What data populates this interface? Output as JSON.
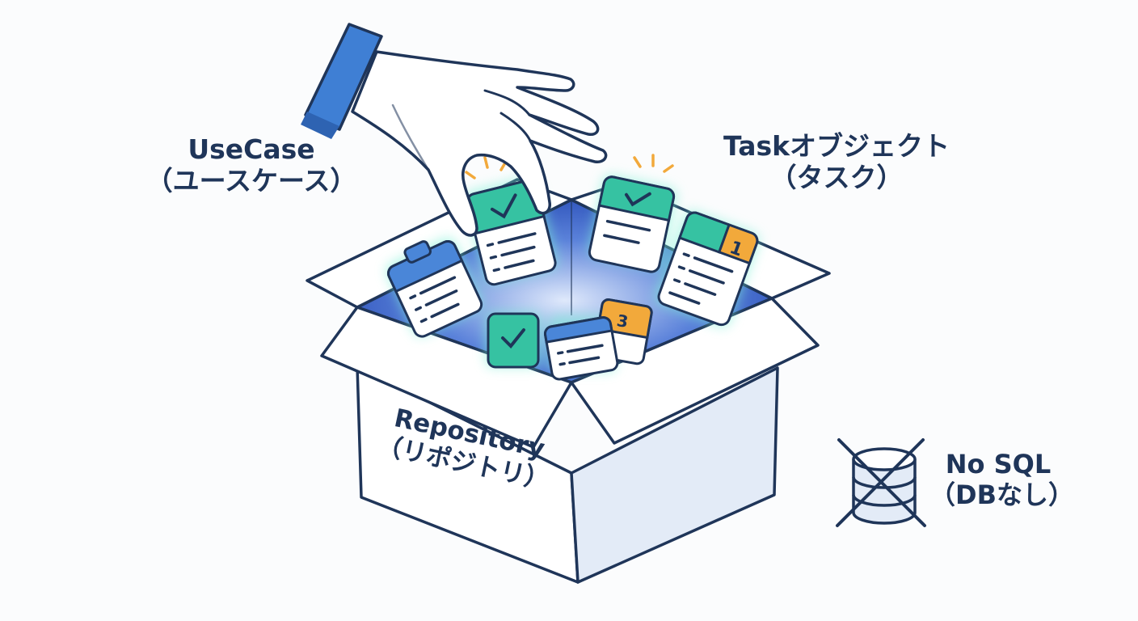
{
  "labels": {
    "usecase": {
      "title": "UseCase",
      "subtitle": "（ユースケース）"
    },
    "task": {
      "title": "Taskオブジェクト",
      "subtitle": "（タスク）"
    },
    "repository": {
      "title": "Repository",
      "subtitle": "（リポジトリ）"
    },
    "nosql": {
      "title": "No SQL",
      "subtitle": "（DBなし）"
    }
  },
  "badges": {
    "card_one": "1",
    "card_three": "3"
  },
  "colors": {
    "outline": "#1f3559",
    "box_face": "#e3ebf7",
    "box_interior": "#2f56c4",
    "card_teal": "#36c2a2",
    "card_blue": "#4a86d8",
    "badge_orange": "#f2a93b",
    "sleeve_blue": "#3f7fd4",
    "glow": "#7ff0d6"
  },
  "icons": [
    "hand-icon",
    "check-icon",
    "clipboard-icon",
    "database-icon",
    "cross-icon"
  ]
}
